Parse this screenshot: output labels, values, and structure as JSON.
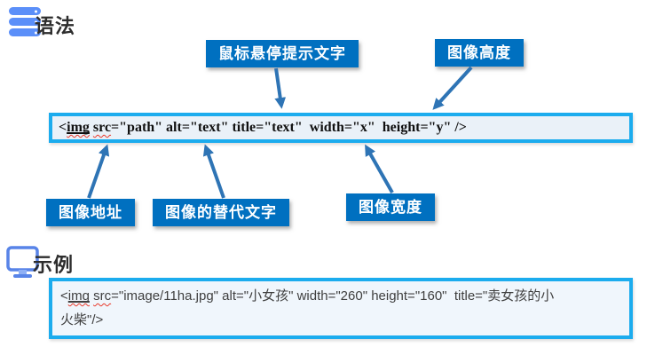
{
  "sections": {
    "syntax": {
      "heading": "语法",
      "icon": "server-bars-icon"
    },
    "example": {
      "heading": "示例",
      "icon": "monitor-icon"
    }
  },
  "labels": {
    "title_tooltip": "鼠标悬停提示文字",
    "image_height": "图像高度",
    "image_src": "图像地址",
    "image_alt": "图像的替代文字",
    "image_width": "图像宽度"
  },
  "syntax_code": {
    "lt": "<",
    "img": "img",
    "sep": " ",
    "src": "src",
    "rest": "=\"path\" alt=\"text\" title=\"text\"  width=\"x\"  height=\"y\" />"
  },
  "example_code": {
    "lt": "<",
    "img": "img",
    "sep": " ",
    "src": "src",
    "rest_line1": "=\"image/11ha.jpg\" alt=\"小女孩\" width=\"260\" height=\"160\"  title=\"卖女孩的小",
    "line2": "火柴\"/>"
  },
  "colors": {
    "label_bg": "#0070C0",
    "arrow": "#2E74B5",
    "box_border": "#1CACEE",
    "icon_blue": "#5B8FF9",
    "monitor_blue": "#5884E8"
  }
}
